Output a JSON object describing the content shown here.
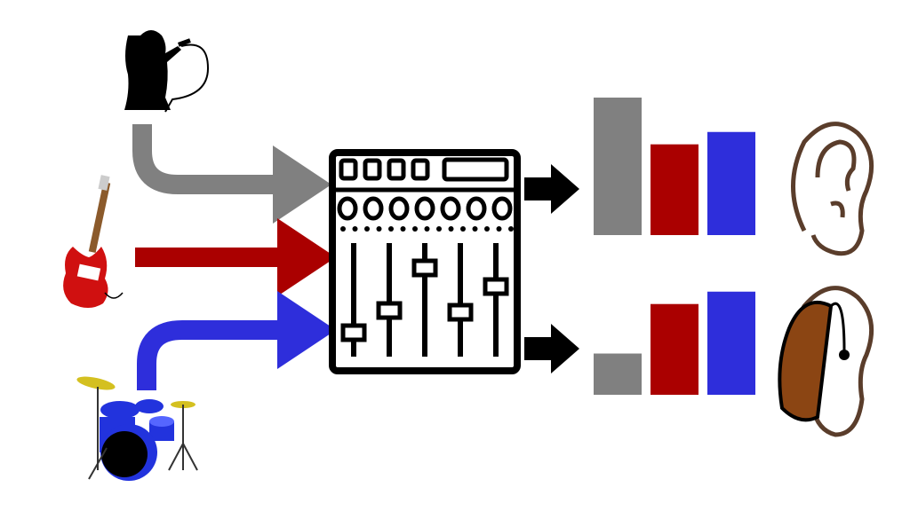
{
  "colors": {
    "vocals": "#808080",
    "guitar": "#aa0000",
    "drums": "#2e2edb",
    "mixer": "#000000",
    "ear_outline": "#5a3d2b",
    "hearing_aid": "#8b4513"
  },
  "sources": [
    {
      "name": "vocals",
      "icon": "singer-icon"
    },
    {
      "name": "guitar",
      "icon": "electric-guitar-icon"
    },
    {
      "name": "drums",
      "icon": "drum-kit-icon"
    }
  ],
  "outputs": [
    {
      "listener": "normal-hearing",
      "icon": "ear-icon",
      "levels": [
        1.0,
        0.66,
        0.75
      ]
    },
    {
      "listener": "hearing-aid-user",
      "icon": "ear-with-hearing-aid-icon",
      "levels": [
        0.3,
        0.66,
        0.75
      ]
    }
  ]
}
